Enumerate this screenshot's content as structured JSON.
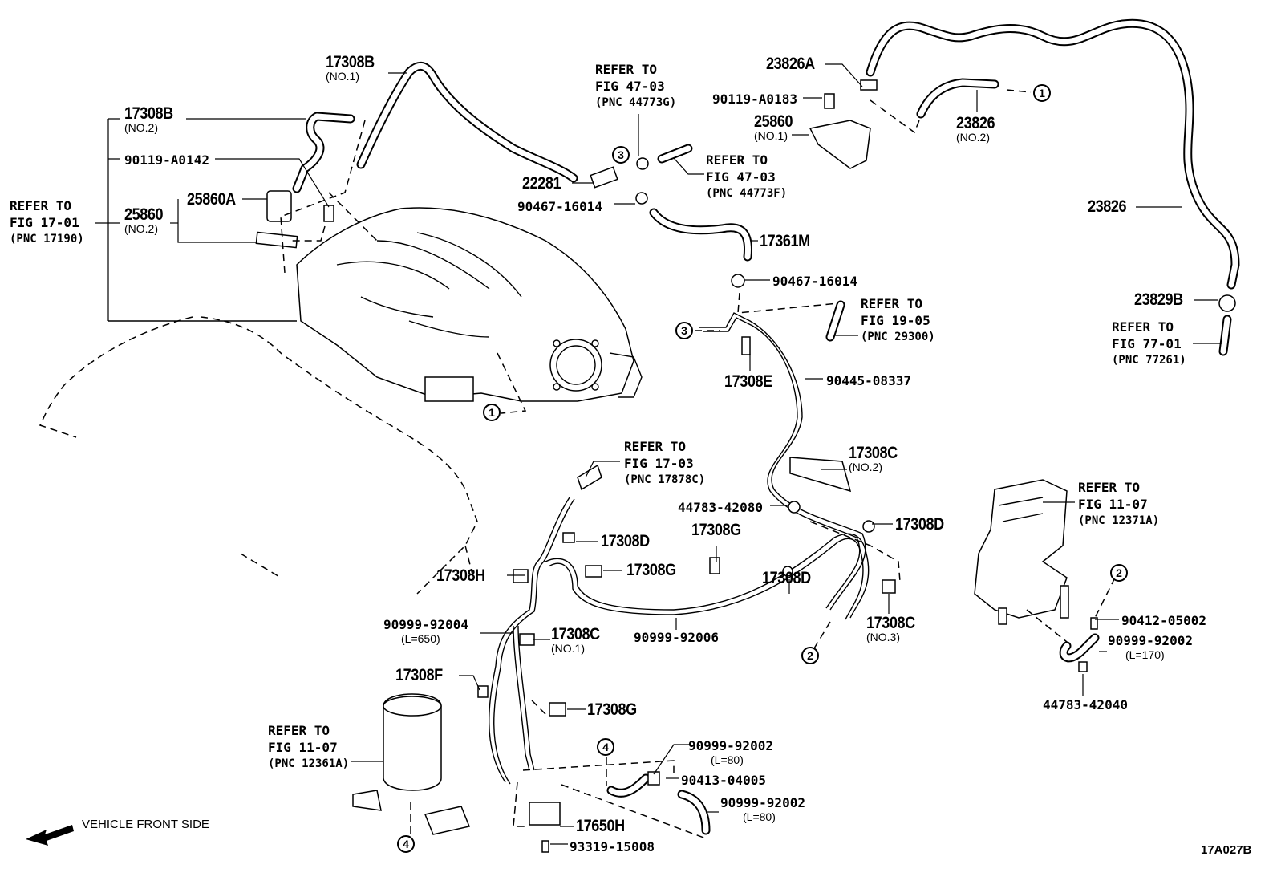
{
  "figure": {
    "figure_id": "17A027B",
    "direction_label": "VEHICLE FRONT SIDE",
    "direction_icon": "arrow-left-down-icon"
  },
  "labels": {
    "p17308B_no1": {
      "pn": "17308B",
      "sub": "(NO.1)"
    },
    "p17308B_no2": {
      "pn": "17308B",
      "sub": "(NO.2)"
    },
    "p90119_A0142": {
      "pn": "90119-A0142"
    },
    "p25860_no2": {
      "pn": "25860",
      "sub": "(NO.2)"
    },
    "p25860A": {
      "pn": "25860A"
    },
    "ref_17_01": {
      "line1": "REFER TO",
      "line2": "FIG 17-01",
      "line3": "(PNC 17190)"
    },
    "ref_47_03_g": {
      "line1": "REFER TO",
      "line2": "FIG 47-03",
      "line3": "(PNC 44773G)"
    },
    "ref_47_03_f": {
      "line1": "REFER TO",
      "line2": "FIG 47-03",
      "line3": "(PNC 44773F)"
    },
    "p22281": {
      "pn": "22281"
    },
    "p90467_16014_a": {
      "pn": "90467-16014"
    },
    "p17361M": {
      "pn": "17361M"
    },
    "p90467_16014_b": {
      "pn": "90467-16014"
    },
    "p23826A": {
      "pn": "23826A"
    },
    "p90119_A0183": {
      "pn": "90119-A0183"
    },
    "p25860_no1": {
      "pn": "25860",
      "sub": "(NO.1)"
    },
    "p23826_no2": {
      "pn": "23826",
      "sub": "(NO.2)"
    },
    "p23826": {
      "pn": "23826"
    },
    "p23829B": {
      "pn": "23829B"
    },
    "ref_77_01": {
      "line1": "REFER TO",
      "line2": "FIG 77-01",
      "line3": "(PNC 77261)"
    },
    "ref_19_05": {
      "line1": "REFER TO",
      "line2": "FIG 19-05",
      "line3": "(PNC 29300)"
    },
    "p17308E": {
      "pn": "17308E"
    },
    "p90445_08337": {
      "pn": "90445-08337"
    },
    "ref_17_03": {
      "line1": "REFER TO",
      "line2": "FIG 17-03",
      "line3": "(PNC 17878C)"
    },
    "p17308C_no2": {
      "pn": "17308C",
      "sub": "(NO.2)"
    },
    "p44783_42080": {
      "pn": "44783-42080"
    },
    "p17308D_a": {
      "pn": "17308D"
    },
    "p17308D_b": {
      "pn": "17308D"
    },
    "p17308D_c": {
      "pn": "17308D"
    },
    "p17308G_a": {
      "pn": "17308G"
    },
    "p17308G_b": {
      "pn": "17308G"
    },
    "p17308G_c": {
      "pn": "17308G"
    },
    "p17308H": {
      "pn": "17308H"
    },
    "p17308C_no3": {
      "pn": "17308C",
      "sub": "(NO.3)"
    },
    "p17308C_no1": {
      "pn": "17308C",
      "sub": "(NO.1)"
    },
    "p90999_92004": {
      "pn": "90999-92004",
      "sub": "(L=650)"
    },
    "p90999_92006": {
      "pn": "90999-92006"
    },
    "p17308F": {
      "pn": "17308F"
    },
    "ref_11_07_r": {
      "line1": "REFER TO",
      "line2": "FIG 11-07",
      "line3": "(PNC 12371A)"
    },
    "p90412_05002": {
      "pn": "90412-05002"
    },
    "p90999_92002_170": {
      "pn": "90999-92002",
      "sub": "(L=170)"
    },
    "p44783_42040": {
      "pn": "44783-42040"
    },
    "ref_11_07_l": {
      "line1": "REFER TO",
      "line2": "FIG 11-07",
      "line3": "(PNC 12361A)"
    },
    "p90999_92002_80a": {
      "pn": "90999-92002",
      "sub": "(L=80)"
    },
    "p90413_04005": {
      "pn": "90413-04005"
    },
    "p90999_92002_80b": {
      "pn": "90999-92002",
      "sub": "(L=80)"
    },
    "p17650H": {
      "pn": "17650H"
    },
    "p93319_15008": {
      "pn": "93319-15008"
    }
  },
  "callouts": {
    "c1a": "1",
    "c1b": "1",
    "c2a": "2",
    "c2b": "2",
    "c3a": "3",
    "c3b": "3",
    "c4a": "4",
    "c4b": "4"
  }
}
